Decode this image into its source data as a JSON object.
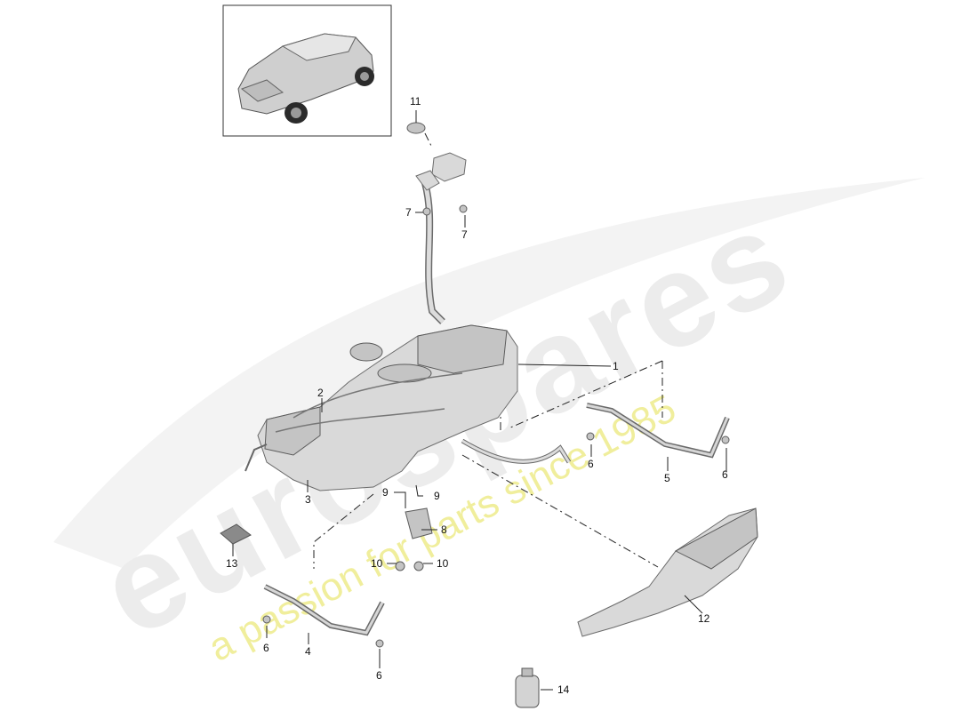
{
  "watermark": {
    "brand": "eurospares",
    "tagline": "a passion for parts since 1985"
  },
  "inset": {
    "label": "vehicle-thumbnail"
  },
  "callouts": [
    {
      "id": "c1",
      "text": "1"
    },
    {
      "id": "c2",
      "text": "2"
    },
    {
      "id": "c3",
      "text": "3"
    },
    {
      "id": "c4",
      "text": "4"
    },
    {
      "id": "c5",
      "text": "5"
    },
    {
      "id": "c6a",
      "text": "6"
    },
    {
      "id": "c6b",
      "text": "6"
    },
    {
      "id": "c6c",
      "text": "6"
    },
    {
      "id": "c6d",
      "text": "6"
    },
    {
      "id": "c7a",
      "text": "7"
    },
    {
      "id": "c7b",
      "text": "7"
    },
    {
      "id": "c8",
      "text": "8"
    },
    {
      "id": "c9a",
      "text": "9"
    },
    {
      "id": "c9b",
      "text": "9"
    },
    {
      "id": "c10a",
      "text": "10"
    },
    {
      "id": "c10b",
      "text": "10"
    },
    {
      "id": "c11",
      "text": "11"
    },
    {
      "id": "c12",
      "text": "12"
    },
    {
      "id": "c13",
      "text": "13"
    },
    {
      "id": "c14",
      "text": "14"
    }
  ]
}
